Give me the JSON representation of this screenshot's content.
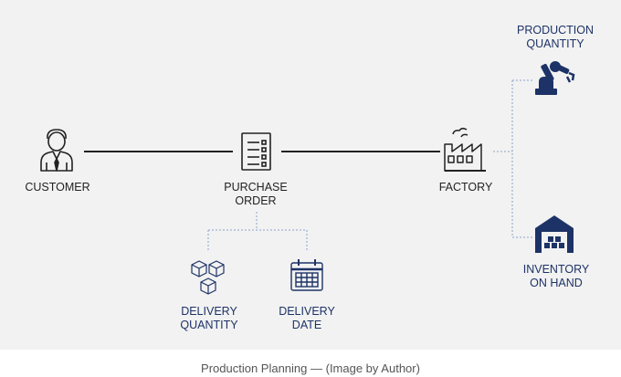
{
  "nodes": {
    "customer": {
      "label": "CUSTOMER"
    },
    "purchase_order": {
      "label": "PURCHASE\nORDER"
    },
    "factory": {
      "label": "FACTORY"
    },
    "production_quantity": {
      "label": "PRODUCTION\nQUANTITY"
    },
    "inventory_on_hand": {
      "label": "INVENTORY\nON HAND"
    },
    "delivery_quantity": {
      "label": "DELIVERY\nQUANTITY"
    },
    "delivery_date": {
      "label": "DELIVERY\nDATE"
    }
  },
  "icons": {
    "customer": "person-icon",
    "purchase_order": "document-list-icon",
    "factory": "factory-icon",
    "production_quantity": "robot-arm-icon",
    "inventory_on_hand": "warehouse-icon",
    "delivery_quantity": "boxes-icon",
    "delivery_date": "calendar-icon"
  },
  "colors": {
    "dark": "#222222",
    "navy": "#1d3266",
    "connector_dotted": "#8aa3c8",
    "background": "#f2f2f2"
  },
  "caption": "Production Planning — (Image by Author)"
}
